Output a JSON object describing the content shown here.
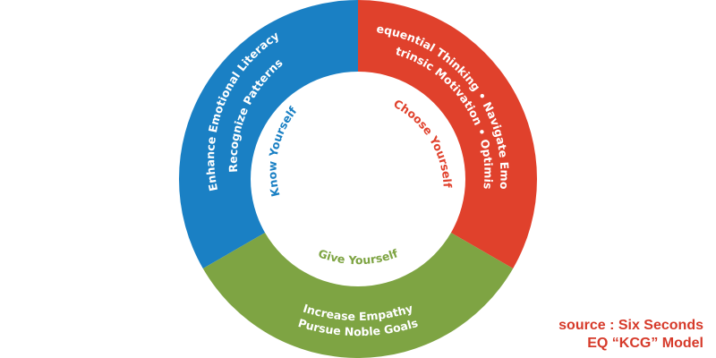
{
  "model": {
    "segments": {
      "know": {
        "color": "#1a80c4",
        "inner_label": "Know Yourself",
        "outer_line1": "Enhance Emotional Literacy",
        "outer_line2": "Recognize Patterns"
      },
      "choose": {
        "color": "#e0412c",
        "inner_label": "Choose Yourself",
        "outer_line1": "Consequential Thinking",
        "outer_line2": "Navigate Emotions",
        "outer_line3": "Intrinsic Motivation",
        "outer_line4": "Optimism",
        "bullet": "•"
      },
      "give": {
        "color": "#7ea443",
        "inner_label": "Give Yourself",
        "outer_line1": "Increase Empathy",
        "outer_line2": "Pursue Noble Goals"
      }
    }
  },
  "source": {
    "line1": "source : Six Seconds",
    "line2": "EQ “KCG” Model"
  }
}
